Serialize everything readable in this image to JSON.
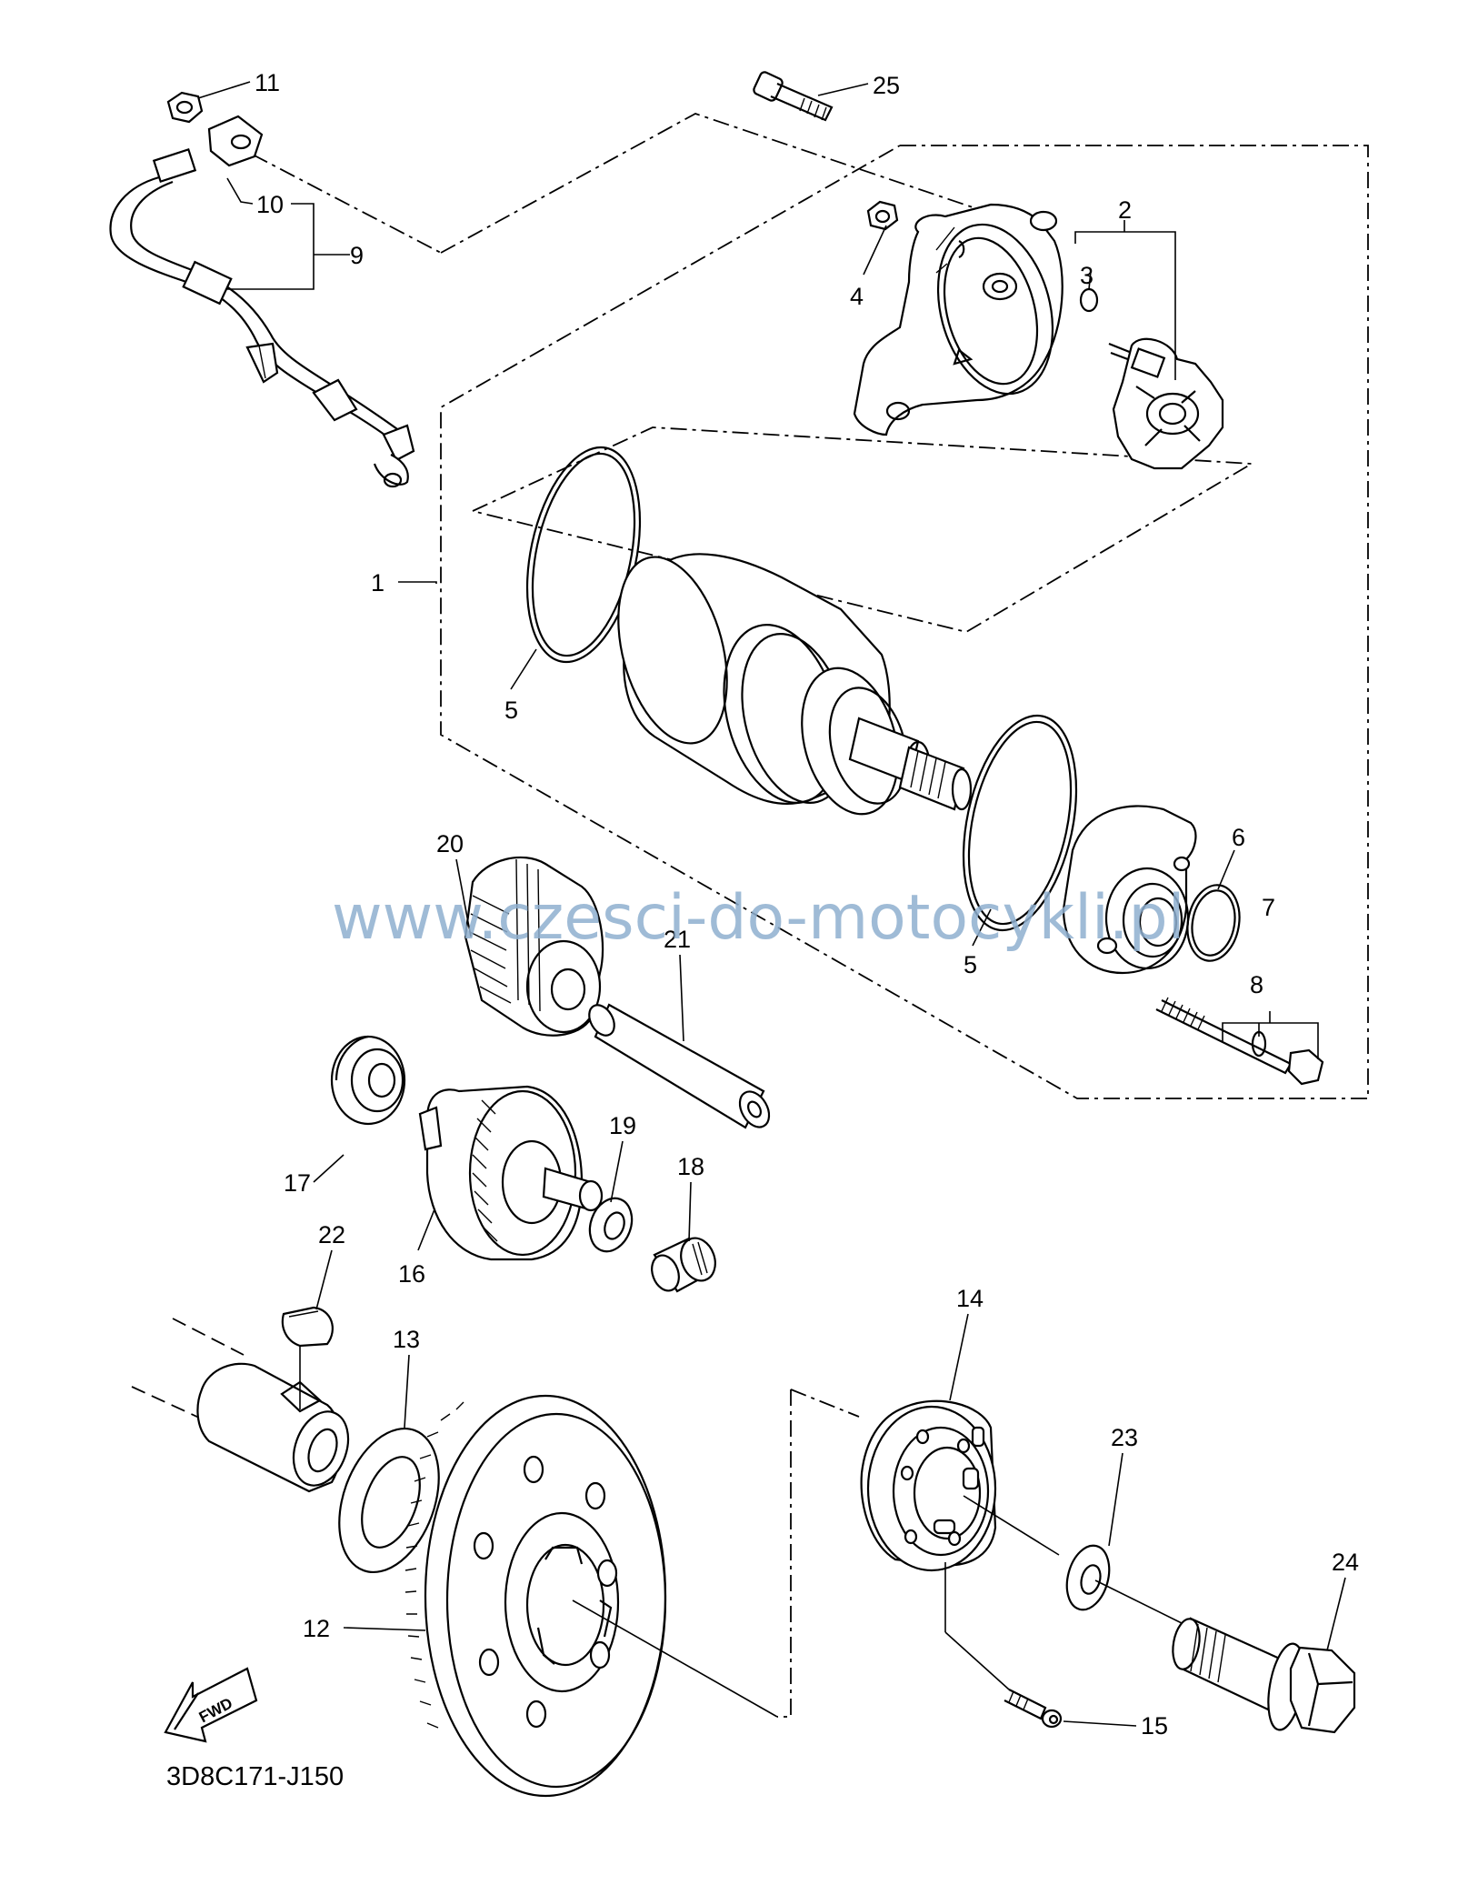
{
  "diagram_code": "3D8C171-J150",
  "watermark": "www.czesci-do-motocykli.pl",
  "direction_badge": "FWD",
  "callouts": {
    "c1": "1",
    "c2": "2",
    "c3": "3",
    "c4": "4",
    "c5a": "5",
    "c5b": "5",
    "c6": "6",
    "c7": "7",
    "c8": "8",
    "c9": "9",
    "c10": "10",
    "c11": "11",
    "c12": "12",
    "c13": "13",
    "c14": "14",
    "c15": "15",
    "c16": "16",
    "c17": "17",
    "c18": "18",
    "c19": "19",
    "c20": "20",
    "c21": "21",
    "c22": "22",
    "c23": "23",
    "c24": "24",
    "c25": "25"
  },
  "colors": {
    "line": "#000000",
    "watermark": "#8fb0d0",
    "background": "#ffffff"
  }
}
